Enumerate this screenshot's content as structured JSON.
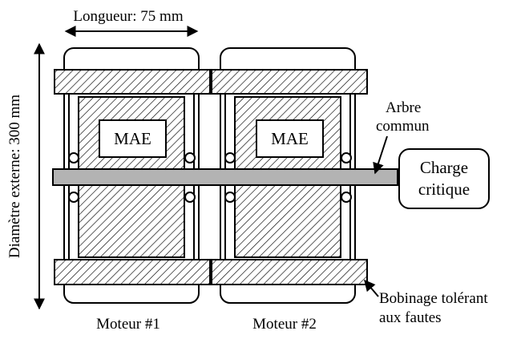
{
  "dimensions": {
    "length_label": "Longueur: 75 mm",
    "diameter_label": "Diamètre externe: 300 mm"
  },
  "motors": [
    {
      "label": "Moteur #1",
      "core_label": "MAE"
    },
    {
      "label": "Moteur #2",
      "core_label": "MAE"
    }
  ],
  "shaft": {
    "label_line1": "Arbre",
    "label_line2": "commun"
  },
  "load": {
    "label_line1": "Charge",
    "label_line2": "critique"
  },
  "winding": {
    "label_line1": "Bobinage tolérant",
    "label_line2": "aux fautes"
  }
}
